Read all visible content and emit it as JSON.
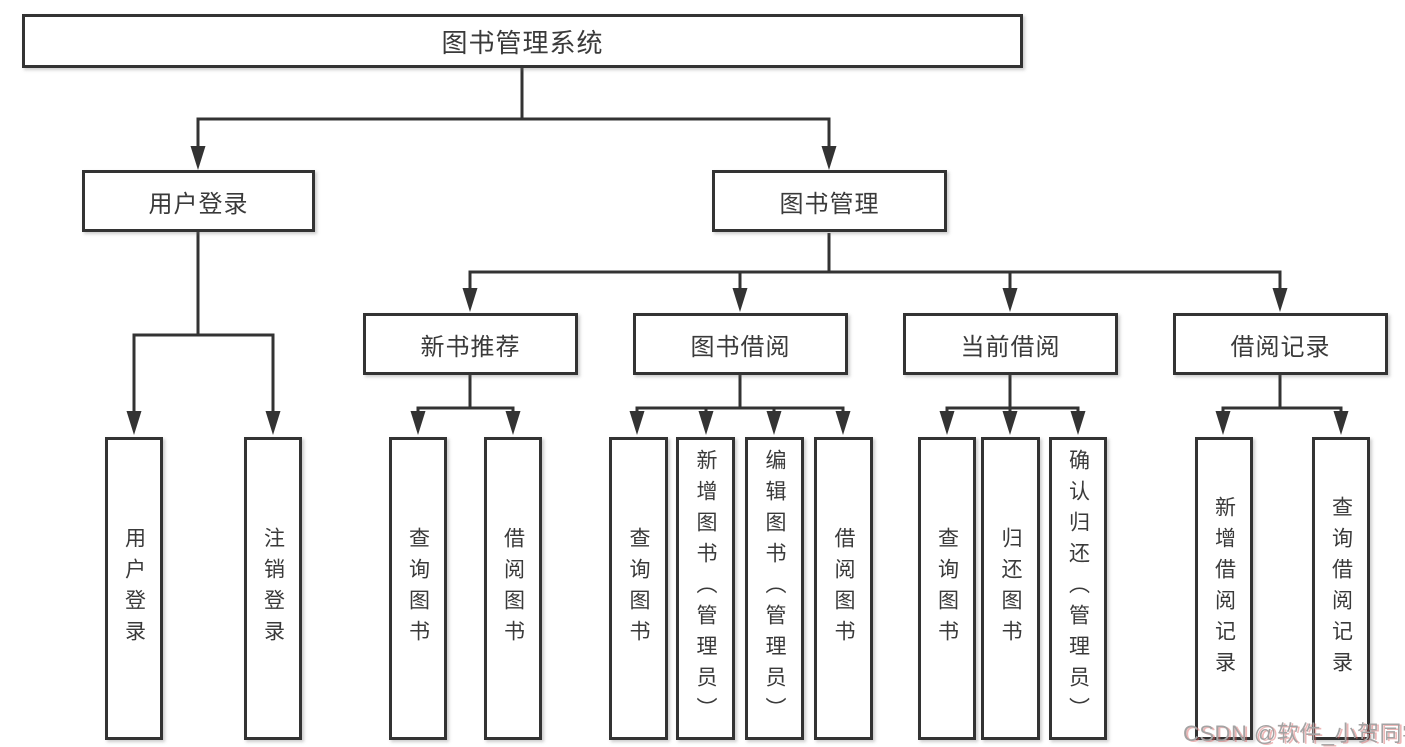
{
  "tree": {
    "label": "图书管理系统",
    "children": [
      {
        "label": "用户登录",
        "children": [
          {
            "label": "用户登录"
          },
          {
            "label": "注销登录"
          }
        ]
      },
      {
        "label": "图书管理",
        "children": [
          {
            "label": "新书推荐",
            "children": [
              {
                "label": "查询图书"
              },
              {
                "label": "借阅图书"
              }
            ]
          },
          {
            "label": "图书借阅",
            "children": [
              {
                "label": "查询图书"
              },
              {
                "label": "新增图书（管理员）"
              },
              {
                "label": "编辑图书（管理员）"
              },
              {
                "label": "借阅图书"
              }
            ]
          },
          {
            "label": "当前借阅",
            "children": [
              {
                "label": "查询图书"
              },
              {
                "label": "归还图书"
              },
              {
                "label": "确认归还（管理员）"
              }
            ]
          },
          {
            "label": "借阅记录",
            "children": [
              {
                "label": "新增借阅记录"
              },
              {
                "label": "查询借阅记录"
              }
            ]
          }
        ]
      }
    ]
  },
  "watermark": {
    "text": "CSDN @软件_小贺同学"
  },
  "colors": {
    "line": "#333333",
    "text": "#3a3a3a",
    "background": "#ffffff",
    "watermark": "#a3a3a3"
  }
}
